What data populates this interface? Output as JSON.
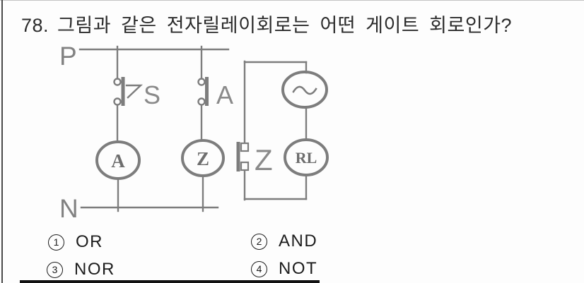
{
  "question": {
    "number": "78.",
    "text": "그림과 같은 전자릴레이회로는 어떤 게이트 회로인가?"
  },
  "circuit": {
    "terminal_p": "P",
    "terminal_n": "N",
    "switch_label": "S",
    "contact_a_label": "A",
    "contact_z_label": "Z",
    "coil_a": "A",
    "coil_z": "Z",
    "load_rl": "RL",
    "line_color": "#7d7d7d"
  },
  "options": [
    {
      "number": "1",
      "label": "OR"
    },
    {
      "number": "2",
      "label": "AND"
    },
    {
      "number": "3",
      "label": "NOR"
    },
    {
      "number": "4",
      "label": "NOT"
    }
  ]
}
